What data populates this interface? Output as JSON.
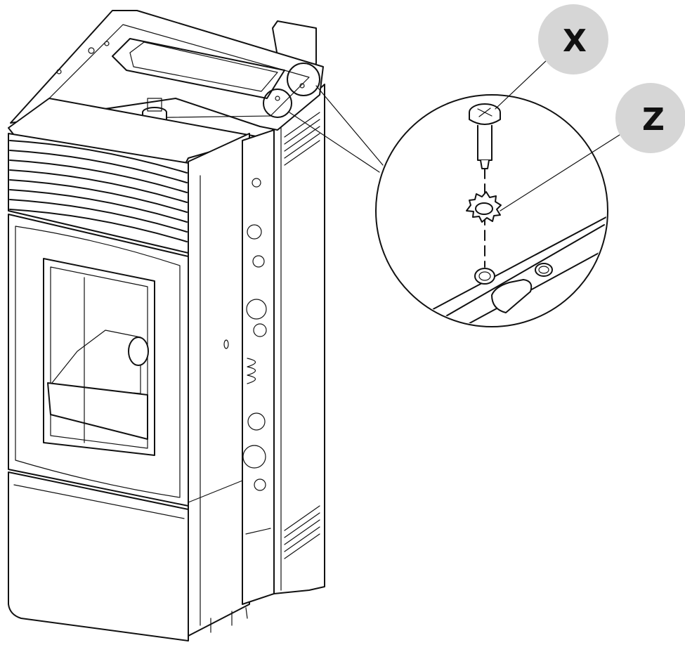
{
  "callouts": {
    "x": {
      "label": "X",
      "part": "screw"
    },
    "z": {
      "label": "Z",
      "part": "serrated-lock-washer"
    }
  },
  "colors": {
    "line": "#111111",
    "callout_bubble": "#d6d6d6",
    "background": "#ffffff"
  }
}
